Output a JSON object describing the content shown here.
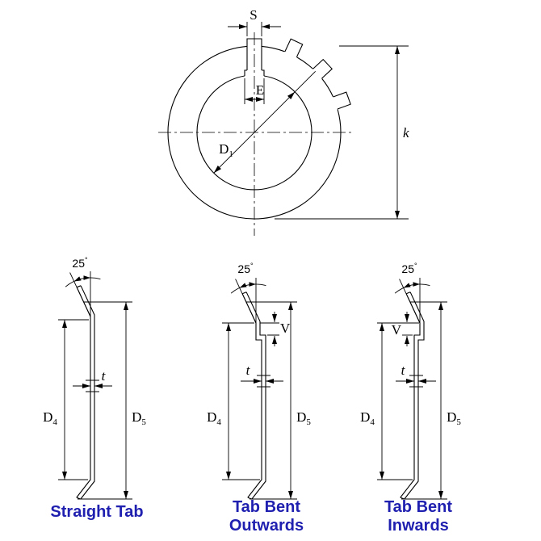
{
  "colors": {
    "ink": "#000000",
    "caption_blue": "#2020b0"
  },
  "top_view": {
    "s": "S",
    "e": "E",
    "d1": {
      "letter": "D",
      "sub": "1"
    },
    "k": "k"
  },
  "angle": {
    "value": "25",
    "deg": "°"
  },
  "dims": {
    "t": "t",
    "v": "V",
    "d4": {
      "letter": "D",
      "sub": "4"
    },
    "d5": {
      "letter": "D",
      "sub": "5"
    }
  },
  "captions": {
    "straight": {
      "line1": "Straight Tab"
    },
    "outwards": {
      "line1": "Tab Bent",
      "line2": "Outwards"
    },
    "inwards": {
      "line1": "Tab Bent",
      "line2": "Inwards"
    }
  }
}
